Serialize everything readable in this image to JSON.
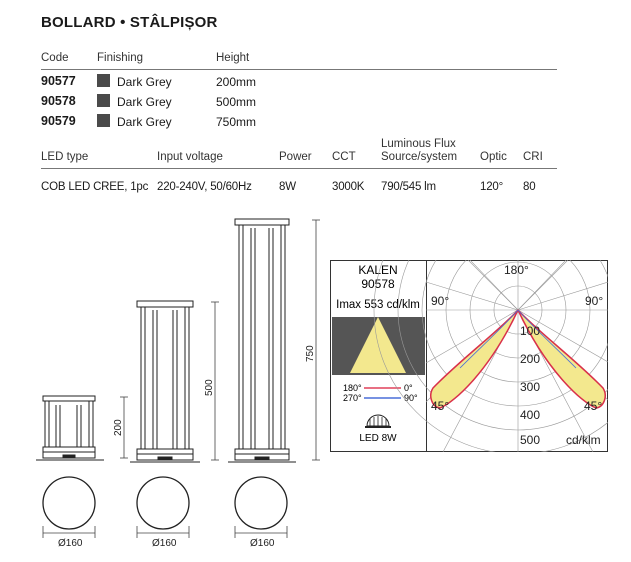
{
  "title": "BOLLARD • STÂLPIȘOR",
  "product_table": {
    "headers": {
      "code": "Code",
      "finishing": "Finishing",
      "height": "Height"
    },
    "rows": [
      {
        "code": "90577",
        "finishing": "Dark Grey",
        "height": "200mm"
      },
      {
        "code": "90578",
        "finishing": "Dark Grey",
        "height": "500mm"
      },
      {
        "code": "90579",
        "finishing": "Dark Grey",
        "height": "750mm"
      }
    ],
    "swatch_color": "#4a4a4a"
  },
  "spec_table": {
    "headers": {
      "led_type": "LED type",
      "input_voltage": "Input voltage",
      "power": "Power",
      "cct": "CCT",
      "flux_line1": "Luminous Flux",
      "flux_line2": "Source/system",
      "optic": "Optic",
      "cri": "CRI"
    },
    "values": {
      "led_type": "COB LED CREE, 1pc",
      "input_voltage": "220-240V, 50/60Hz",
      "power": "8W",
      "cct": "3000K",
      "flux": "790/545 lm",
      "optic": "120°",
      "cri": "80"
    }
  },
  "drawings": {
    "heights": [
      "200",
      "500",
      "750"
    ],
    "diameters": [
      "Ø160",
      "Ø160",
      "Ø160"
    ]
  },
  "photometry": {
    "name": "KALEN",
    "code": "90578",
    "imax": "Imax 553 cd/klm",
    "legend": [
      {
        "a": "180°",
        "b": "0°",
        "color": "#e0405a"
      },
      {
        "a": "270°",
        "b": "90°",
        "color": "#4a6fd8"
      }
    ],
    "led_label": "LED 8W",
    "angle_labels": {
      "top": "180°",
      "left": "90°",
      "right": "90°",
      "bottom_left": "45°",
      "bottom_right": "45°"
    },
    "radial_labels": [
      "100",
      "200",
      "300",
      "400",
      "500"
    ],
    "unit": "cd/klm",
    "lobe_color": "#f3e88e",
    "lobe_stroke": "#d9304a"
  }
}
